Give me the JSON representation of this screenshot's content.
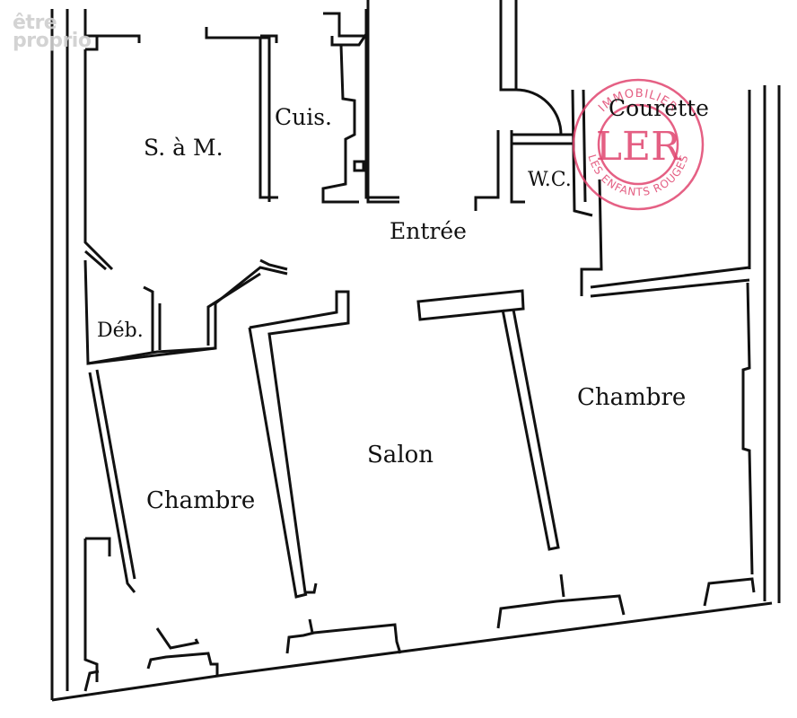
{
  "watermark": {
    "line1": "être",
    "line2": "proprio"
  },
  "stamp": {
    "top_text": "IMMOBILIER",
    "bottom_text": "LES ENFANTS ROUGES",
    "monogram": "LER",
    "color": "#e0446e"
  },
  "rooms": {
    "sam": "S. à M.",
    "cuis": "Cuis.",
    "courette": "Courette",
    "wc": "W.C.",
    "entree": "Entrée",
    "deb": "Déb.",
    "chambre_right": "Chambre",
    "salon": "Salon",
    "chambre_left": "Chambre"
  }
}
